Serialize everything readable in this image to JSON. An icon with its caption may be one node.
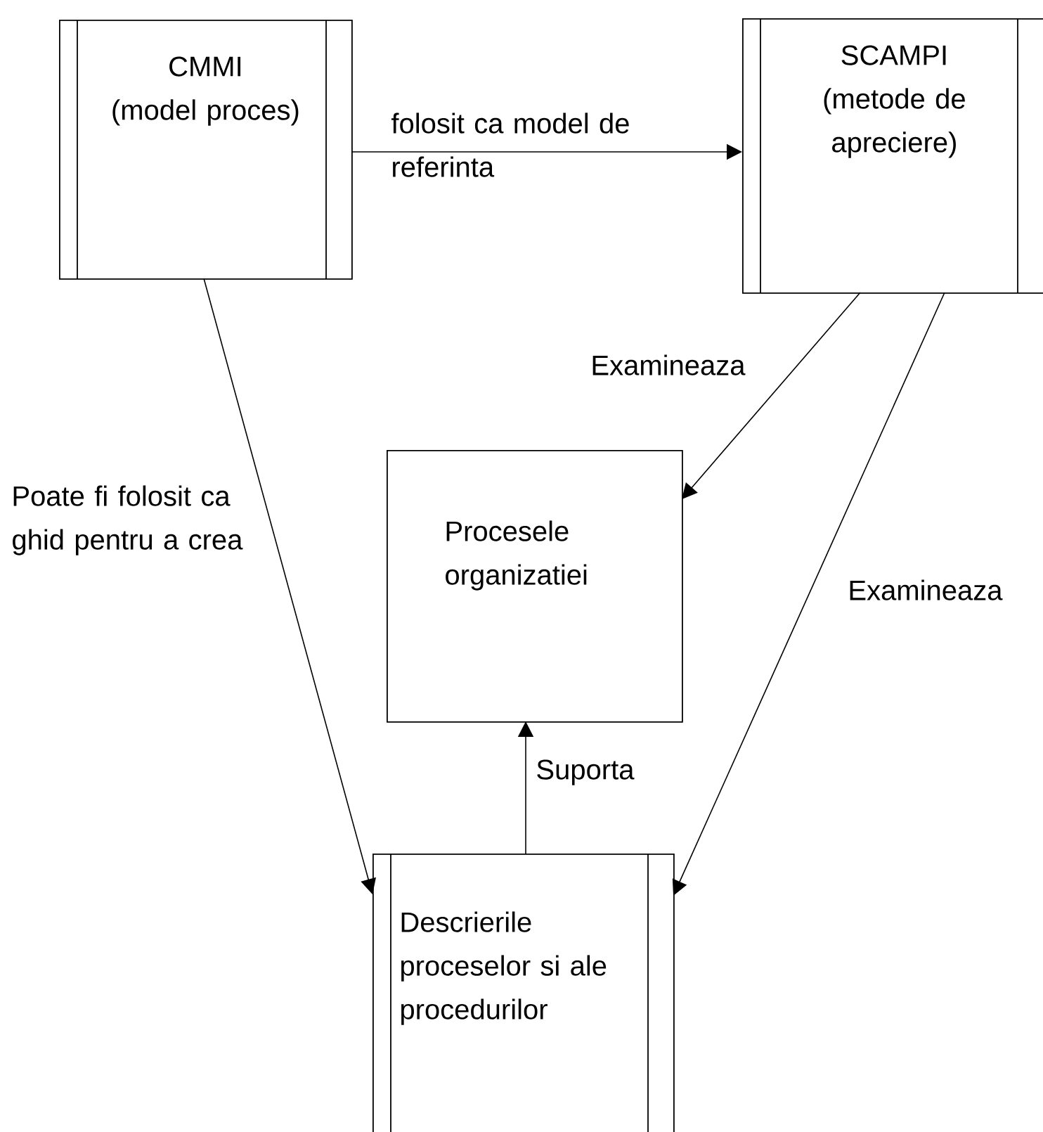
{
  "diagram": {
    "nodes": [
      {
        "text": [
          "CMMI",
          "(model proces)"
        ]
      },
      {
        "text": [
          "SCAMPI",
          "(metode de apreciere)"
        ]
      },
      {
        "text": [
          "Procesele organizatiei"
        ]
      },
      {
        "text": [
          "Descrierile proceselor si ale procedurilor"
        ]
      }
    ],
    "edges": [
      {
        "from": 0,
        "to": 1,
        "arrow": "to",
        "label": "folosit ca model de referinta"
      },
      {
        "from": 1,
        "to": 2,
        "arrow": "to",
        "label": "Examineaza"
      },
      {
        "from": 1,
        "to": 3,
        "arrow": "to",
        "label": "Examineaza"
      },
      {
        "from": 0,
        "to": 3,
        "arrow": "to",
        "label": "Poate fi folosit ca ghid pentru a crea"
      },
      {
        "from": 3,
        "to": 2,
        "arrow": "to",
        "label": "Suporta"
      }
    ]
  }
}
